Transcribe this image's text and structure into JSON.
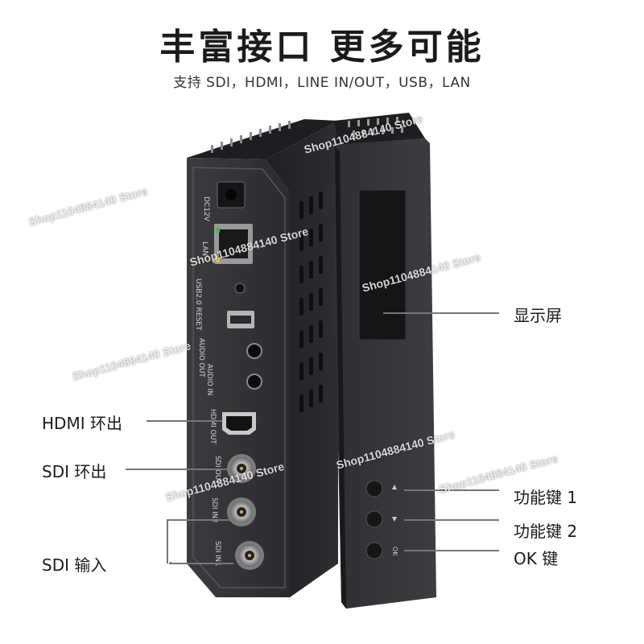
{
  "title": "丰富接口 更多可能",
  "subtitle": "支持 SDI，HDMI，LINE IN/OUT，USB，LAN",
  "labels": {
    "hdmi_out": "HDMI 环出",
    "sdi_out": "SDI 环出",
    "sdi_in": "SDI 输入",
    "display": "显示屏",
    "func_key_1": "功能键 1",
    "func_key_2": "功能键 2",
    "ok_key": "OK 键"
  },
  "panel_text": {
    "dc12v": "DC12V",
    "lan": "LAN",
    "usb_reset": "USB2.0 RESET",
    "audio_out": "AUDIO OUT",
    "audio_in": "AUDIO IN",
    "hdmi_out": "HDMI OUT",
    "sdi_out": "SDI OUT",
    "sdi_in2": "SDI IN2",
    "sdi_in1": "SDI IN1",
    "ok": "OK"
  },
  "watermark": "Shop1104884140 Store",
  "colors": {
    "device_dark": "#2b2b2d",
    "device_mid": "#3a3a3d",
    "screen": "#1c1c1e",
    "leader_line": "#777777"
  }
}
